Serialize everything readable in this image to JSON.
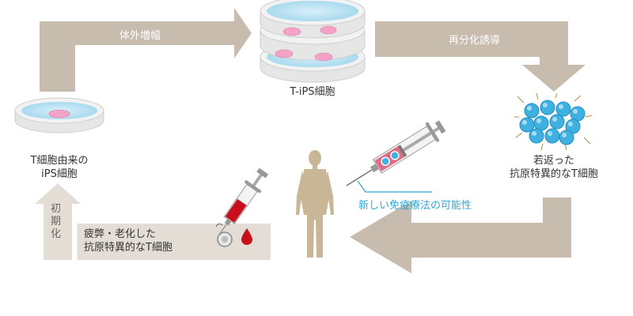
{
  "colors": {
    "arrow": "#c7bcae",
    "arrow_light": "#e3ddd5",
    "accent": "#2aa9dc",
    "blood": "#c8101c",
    "text": "#333333",
    "dish_blue": "#a8dcf0",
    "cell_pink": "#f2a3c6",
    "body": "#c9b697"
  },
  "steps": {
    "expansion": "体外増幅",
    "redifferentiation": "再分化誘導",
    "initialization": "初期化"
  },
  "labels": {
    "tips_cell": "T-iPS細胞",
    "origin_line1": "T細胞由来の",
    "origin_line2": "iPS細胞",
    "rejuvenated_line1": "若返った",
    "rejuvenated_line2": "抗原特異的なT細胞",
    "exhausted_line1": "疲弊・老化した",
    "exhausted_line2": "抗原特異的なT細胞",
    "new_therapy": "新しい免疫療法の可能性"
  },
  "icons": {
    "dish": "petri-dish-icon",
    "syringe": "syringe-icon",
    "human": "human-figure-icon",
    "tcell": "t-cell-icon",
    "blood": "blood-drop-icon"
  }
}
